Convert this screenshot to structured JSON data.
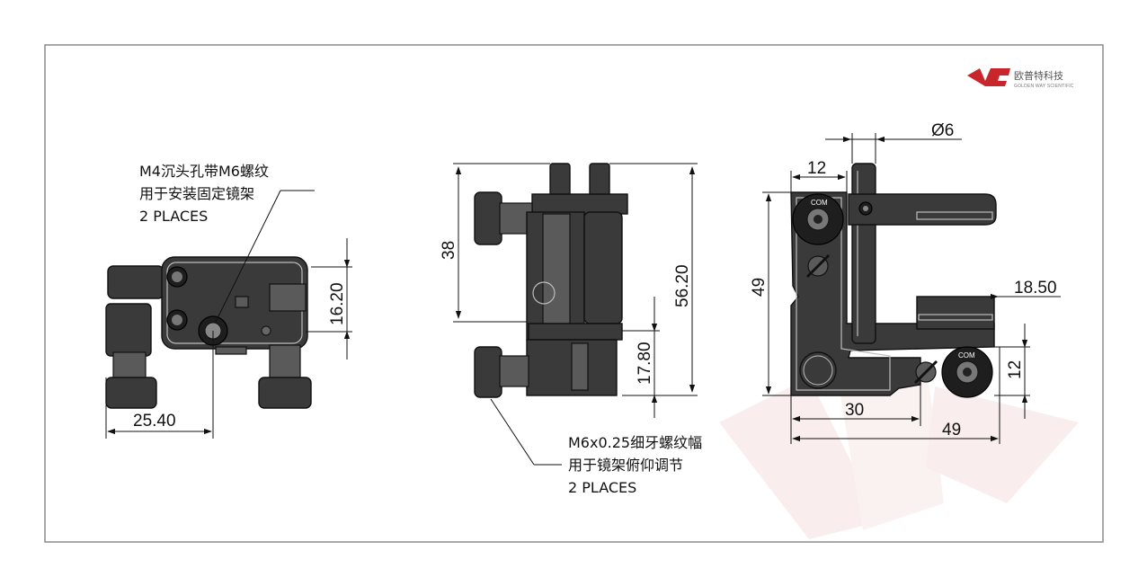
{
  "logo": {
    "name_cn": "欧普特科技",
    "name_en": "GOLDEN WAY SCIENTIFIC",
    "brand_color": "#c8262c"
  },
  "front_view": {
    "note_lines": [
      "M4沉头孔带M6螺纹",
      "用于安装固定镜架",
      "2 PLACES"
    ],
    "dim_height": "16.20",
    "dim_width": "25.40"
  },
  "side_view": {
    "dim_top": "38",
    "dim_total": "56.20",
    "dim_bottom": "17.80",
    "note_lines": [
      "M6x0.25细牙螺纹幅",
      "用于镜架俯仰调节",
      "2 PLACES"
    ]
  },
  "back_view": {
    "dim_diameter": "Ø6",
    "dim_12_top": "12",
    "dim_height": "49",
    "dim_18_50": "18.50",
    "dim_12_right": "12",
    "dim_30": "30",
    "dim_49_bottom": "49"
  },
  "colors": {
    "frame": "#8c8c8c",
    "watermark": "#f6e6e6"
  }
}
